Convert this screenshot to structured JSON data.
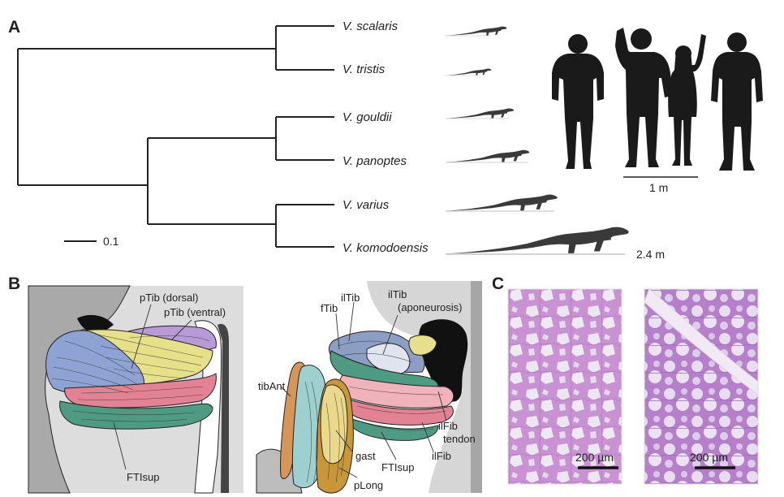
{
  "panels": {
    "a": "A",
    "b": "B",
    "c": "C"
  },
  "phylogeny": {
    "species": [
      "V. scalaris",
      "V. tristis",
      "V. gouldii",
      "V. panoptes",
      "V. varius",
      "V. komodoensis"
    ],
    "branch_scale_label": "0.1",
    "size_scale_label": "2.4 m",
    "human_scale_label": "1 m"
  },
  "dissection": {
    "left_labels": {
      "ptib_dorsal": "pTib (dorsal)",
      "ptib_ventral": "pTib (ventral)",
      "ftisup": "FTIsup"
    },
    "right_labels": {
      "iltib": "ilTib",
      "iltib_apo_1": "ilTib",
      "iltib_apo_2": "(aponeurosis)",
      "ftib": "fTib",
      "tibant": "tibAnt",
      "ilfib_tendon_1": "ilFib",
      "ilfib_tendon_2": "tendon",
      "ilfib": "ilFib",
      "ftisup": "FTIsup",
      "gast": "gast",
      "plong": "pLong"
    },
    "colors": {
      "ptib_dorsal": "#e6e08a",
      "ptib_ventral": "#b79ad6",
      "ftisup": "#4e9a82",
      "iltib": "#8c9ec4",
      "ilfib": "#e78b97",
      "tibant": "#d7955a",
      "gast": "#e7d98c",
      "plong": "#c9973a"
    }
  },
  "histology": {
    "scale_labels": [
      "200 µm",
      "200 µm"
    ],
    "stain_color": "#c48fd2"
  }
}
